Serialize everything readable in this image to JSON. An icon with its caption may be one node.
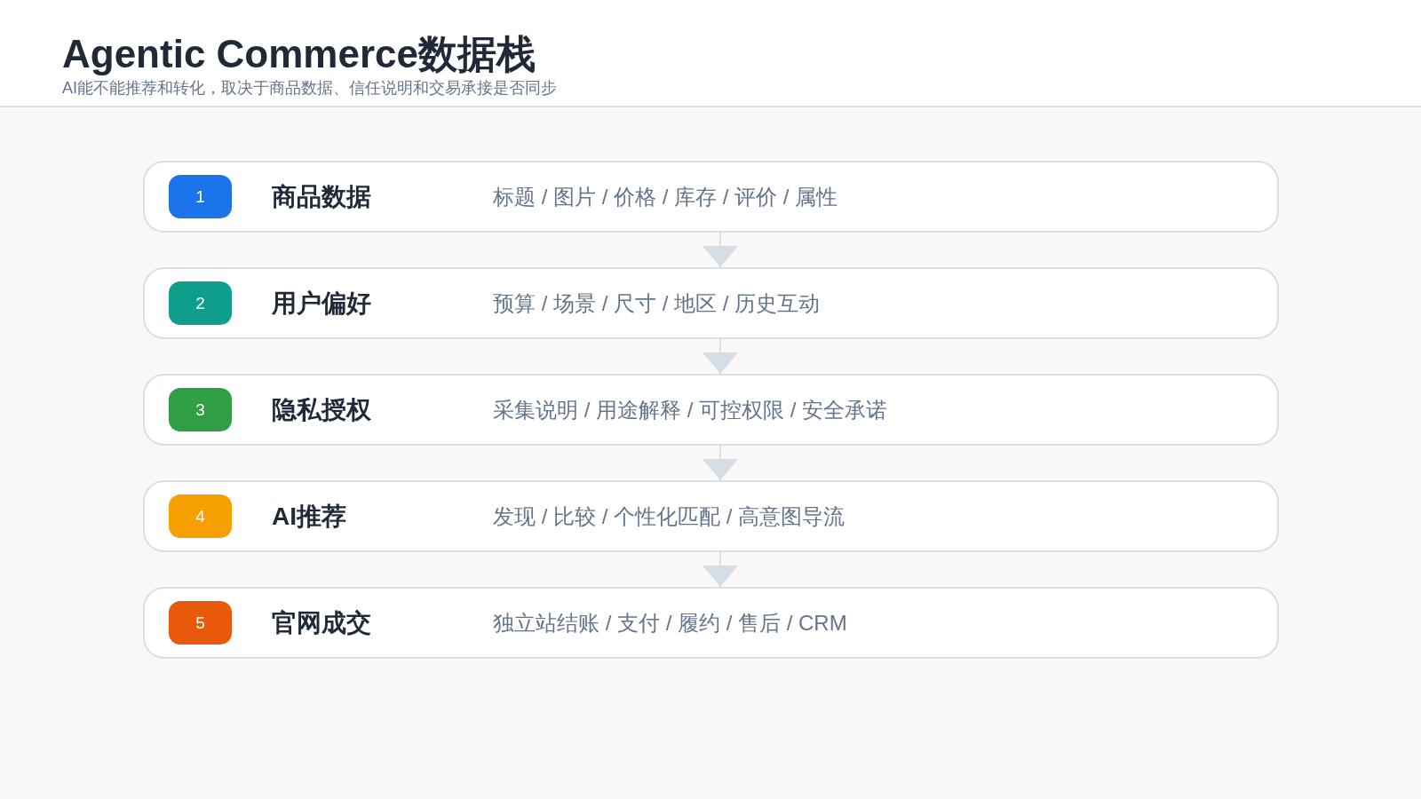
{
  "diagram": {
    "title": "Agentic Commerce数据栈",
    "nodes": [
      {
        "text": [
          "商品数据",
          "标题 / 图片 / 价格 / 库存 / 评价 / 属性"
        ]
      },
      {
        "text": [
          "1"
        ],
        "in": 0
      },
      {
        "text": [
          "用户偏好",
          "预算 / 场景 / 尺寸 / 地区 / 历史互动"
        ]
      },
      {
        "text": [
          "2"
        ],
        "in": 2
      },
      {
        "text": [
          "隐私授权",
          "采集说明 / 用途解释 / 可控权限 / 安全承诺"
        ]
      },
      {
        "text": [
          "3"
        ],
        "in": 4
      },
      {
        "text": [
          "AI推荐",
          "发现 / 比较 / 个性化匹配 / 高意图导流"
        ]
      },
      {
        "text": [
          "4"
        ],
        "in": 6
      },
      {
        "text": [
          "官网成交",
          "独立站结账 / 支付 / 履约 / 售后 / CRM"
        ]
      },
      {
        "text": [
          "5"
        ],
        "in": 8
      }
    ],
    "edges": [
      {
        "from": 0,
        "to": 2,
        "arrow": "to"
      },
      {
        "from": 2,
        "to": 4,
        "arrow": "to"
      },
      {
        "from": 4,
        "to": 6,
        "arrow": "to"
      },
      {
        "from": 6,
        "to": 8,
        "arrow": "to"
      }
    ],
    "labels": [
      "AI能不能推荐和转化，取决于商品数据、信任说明和交易承接是否同步"
    ]
  }
}
